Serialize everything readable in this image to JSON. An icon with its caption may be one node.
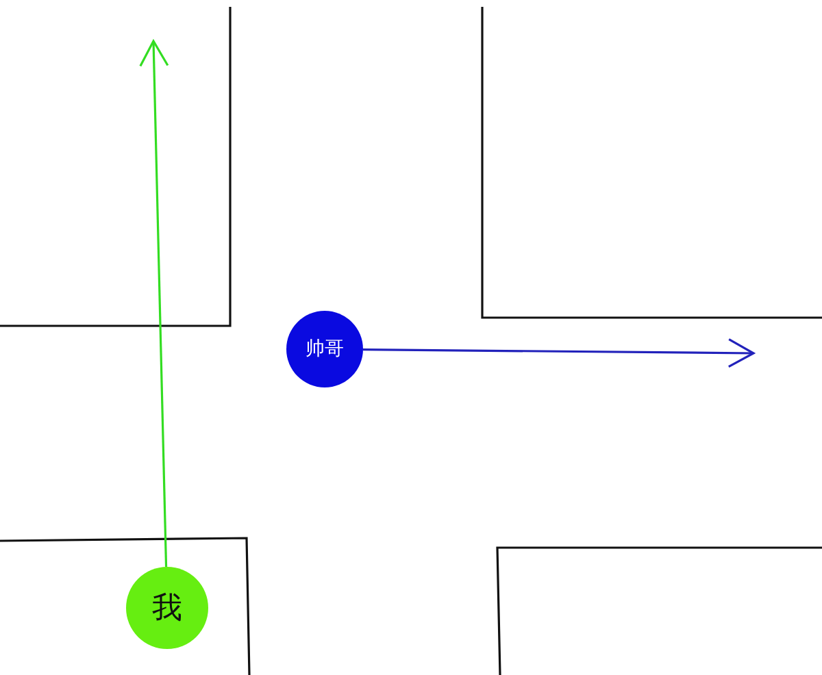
{
  "diagram": {
    "nodes": [
      {
        "text": [
          "帅哥"
        ]
      },
      {
        "text": [
          "我"
        ]
      }
    ],
    "edges": [
      {
        "from": 1,
        "to": null,
        "arrow": "to",
        "color": "#33dd22"
      },
      {
        "from": 0,
        "to": null,
        "arrow": "to",
        "color": "#2222bb"
      }
    ]
  }
}
